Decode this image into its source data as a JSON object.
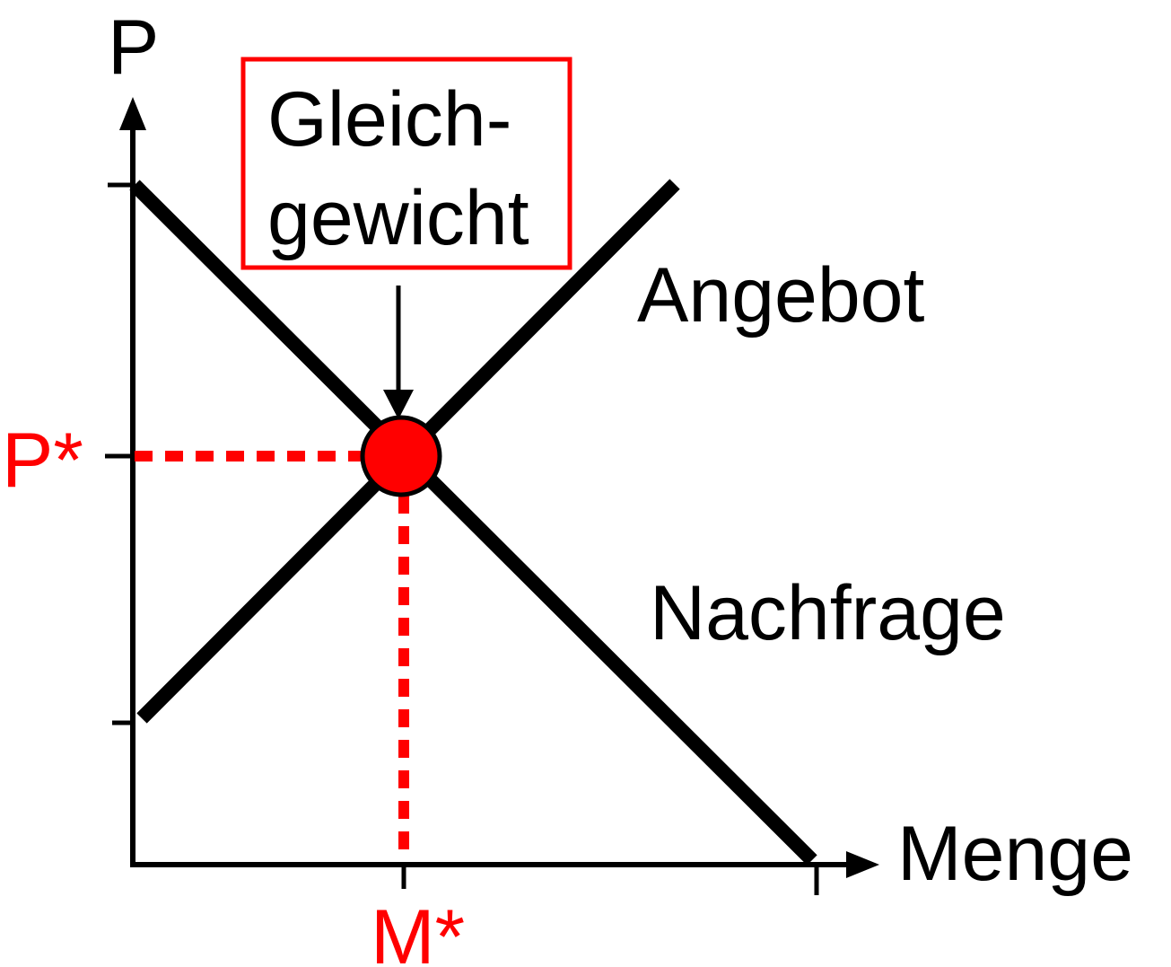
{
  "axes": {
    "y_label": "P",
    "x_label": "Menge"
  },
  "equilibrium": {
    "price_label": "P*",
    "quantity_label": "M*",
    "box_line1": "Gleich-",
    "box_line2": "gewicht"
  },
  "curves": {
    "supply_label": "Angebot",
    "demand_label": "Nachfrage"
  },
  "colors": {
    "curve": "#000000",
    "equilibrium": "#ff0000",
    "text": "#000000"
  }
}
